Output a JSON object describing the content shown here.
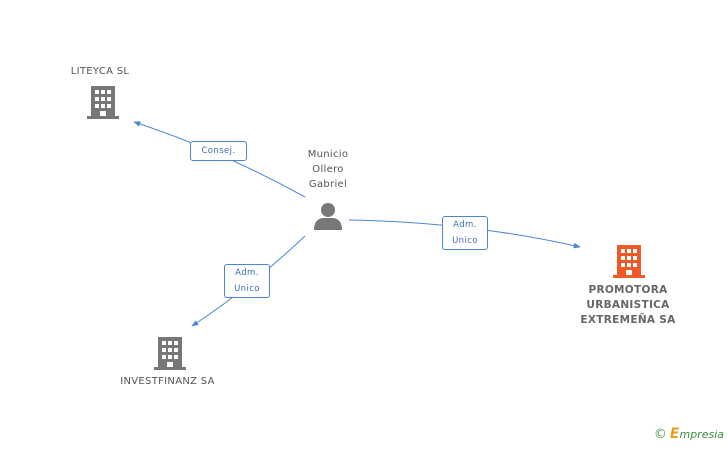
{
  "nodes": {
    "liteyca": {
      "name": "LITEYCA SL",
      "icon": "building-icon",
      "color": "#777777"
    },
    "person": {
      "name_lines": [
        "Municio",
        "Ollero",
        "Gabriel"
      ],
      "icon": "person-icon",
      "color": "#777777"
    },
    "promotora": {
      "name_lines": [
        "PROMOTORA",
        "URBANISTICA",
        "EXTREMEÑA SA"
      ],
      "icon": "building-icon",
      "color": "#f05a28"
    },
    "investfinanz": {
      "name": "INVESTFINANZ SA",
      "icon": "building-icon",
      "color": "#777777"
    }
  },
  "edges": {
    "to_liteyca": {
      "label": "Consej."
    },
    "to_promotora": {
      "label_lines": [
        "Adm.",
        "Unico"
      ]
    },
    "to_investfinanz": {
      "label_lines": [
        "Adm.",
        "Unico"
      ]
    }
  },
  "colors": {
    "edge": "#4a86d4"
  },
  "footer": {
    "copyright": "©",
    "brand_first": "E",
    "brand_rest": "mpresia"
  }
}
